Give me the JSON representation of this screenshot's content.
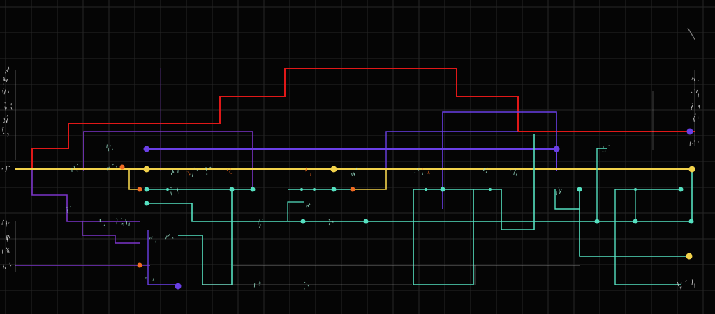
{
  "diagram": {
    "kind": "circuit-trace",
    "colors": {
      "background": "#050505",
      "grid": "#262626",
      "red": "#e01818",
      "violet": "#6a3fe6",
      "purple": "#7b34c9",
      "yellow": "#f2d24b",
      "teal": "#55e0c0",
      "mint": "#6ff0a8",
      "orange": "#f06a22",
      "gray": "#cfcfcf"
    },
    "icons": [
      "via-dot",
      "pin-marker",
      "glyph-noise"
    ],
    "grid": true
  }
}
